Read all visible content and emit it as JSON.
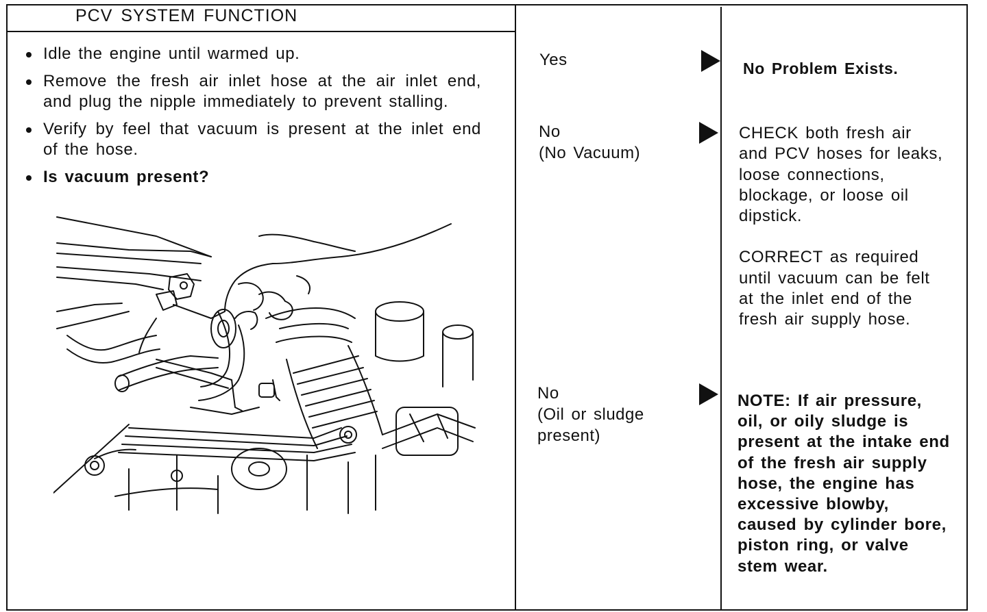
{
  "header": {
    "title": "PCV SYSTEM FUNCTION"
  },
  "steps": [
    "Idle the engine until warmed up.",
    "Remove the fresh air inlet hose at the air inlet end, and plug the nipple immediately to prevent stalling.",
    "Verify by feel that vacuum is present at the inlet end of the hose.",
    "Is vacuum present?"
  ],
  "illustration": {
    "icon": "engine-bay-hand-test-illustration"
  },
  "answers": {
    "yes": {
      "label": "Yes",
      "result": "No Problem Exists."
    },
    "no_vacuum": {
      "label": "No",
      "sublabel": "(No Vacuum)",
      "result_check": "CHECK both fresh air and PCV hoses for leaks, loose connections, blockage, or loose oil dipstick.",
      "result_correct": "CORRECT as required until vacuum can be felt at the inlet end of the fresh air supply hose."
    },
    "no_oil": {
      "label": "No",
      "sublabel": "(Oil or sludge present)",
      "result": "NOTE: If air pressure, oil, or oily sludge is present at the intake end of the fresh air supply hose, the engine has excessive blowby, caused by cylinder bore, piston ring, or valve stem wear."
    }
  },
  "colors": {
    "ink": "#111111",
    "paper": "#ffffff"
  }
}
